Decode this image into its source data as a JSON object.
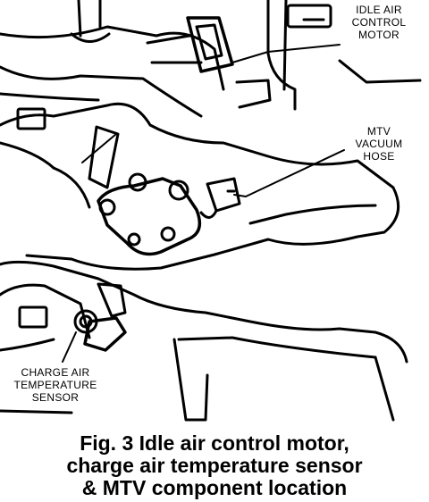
{
  "callouts": {
    "idle_air": [
      "IDLE AIR",
      "CONTROL",
      "MOTOR"
    ],
    "mtv_hose": [
      "MTV",
      "VACUUM",
      "HOSE"
    ],
    "charge_air": [
      "CHARGE AIR",
      "TEMPERATURE",
      "SENSOR"
    ]
  },
  "caption": [
    "Fig. 3   Idle air control motor,",
    "charge air temperature sensor",
    "& MTV component location"
  ]
}
